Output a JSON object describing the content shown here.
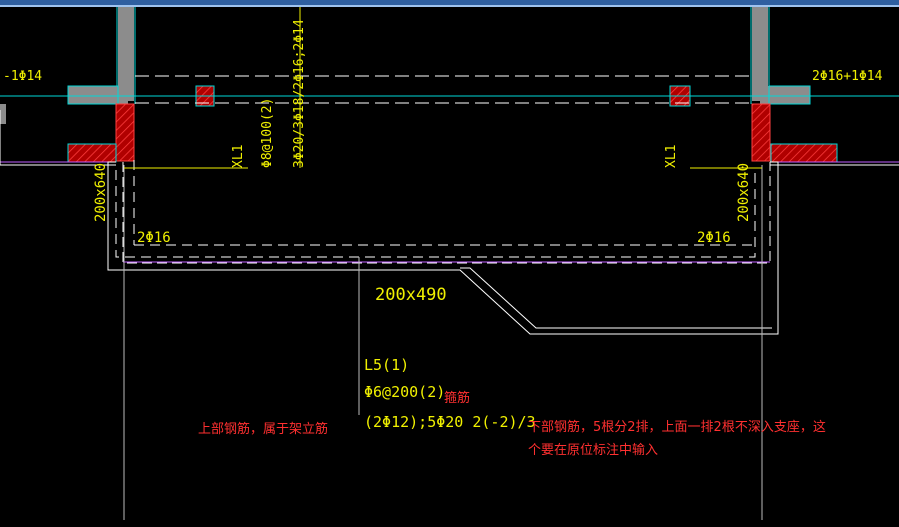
{
  "labels": {
    "left_rebar_top": "-1Φ14",
    "right_rebar_top": "2Φ16+1Φ14",
    "vertical_beam_spec": "3Φ20/3Φ18/2Φ16;2Φ14",
    "stirrup_vertical": "Φ8@100(2)",
    "left_beam_name": "XL1",
    "right_beam_name": "XL1",
    "left_beam_size": "200x640",
    "right_beam_size": "200x640",
    "left_bottom_rebar": "2Φ16",
    "right_bottom_rebar": "2Φ16",
    "center_beam_size": "200x490",
    "beam_id": "L5(1)",
    "stirrup_spec": "Φ6@200(2)",
    "stirrup_note": "箍筋",
    "main_rebar_spec": "(2Φ12);5Φ20 2(-2)/3",
    "top_rebar_note": "上部钢筋，属于架立筋",
    "bottom_rebar_note_line1": "下部钢筋，5根分2排，上面一排2根不深入支座，这",
    "bottom_rebar_note_line2": "个要在原位标注中输入"
  },
  "colors": {
    "background": "#000000",
    "titlebar": "#2f5fa0",
    "wall_gray": "#8c8c8c",
    "cyan": "#00d8d8",
    "yellow": "#f0f000",
    "white": "#ffffff",
    "red": "#ff3030",
    "purple": "#c060ff",
    "hatch_red": "#c00000"
  }
}
